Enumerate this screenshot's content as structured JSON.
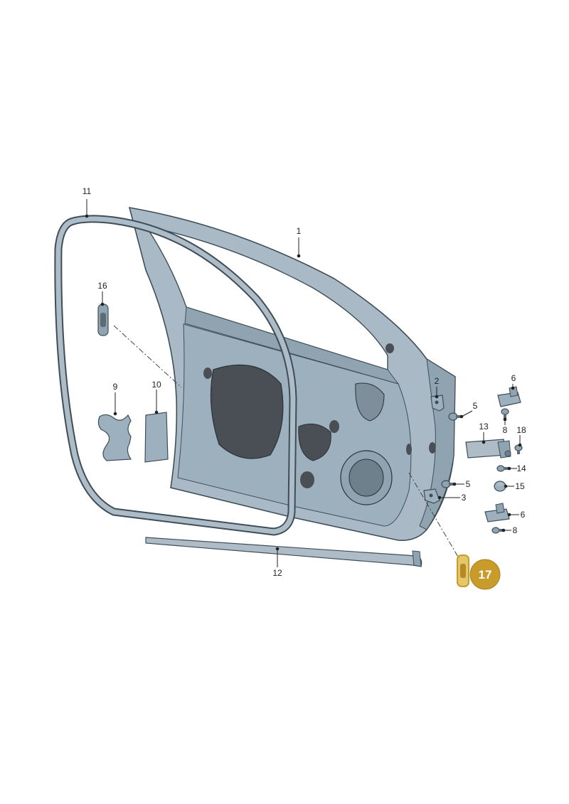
{
  "diagram": {
    "callouts": {
      "c1": "1",
      "c2": "2",
      "c3": "3",
      "c5a": "5",
      "c5b": "5",
      "c6a": "6",
      "c6b": "6",
      "c8a": "8",
      "c8b": "8",
      "c9": "9",
      "c10": "10",
      "c11": "11",
      "c12": "12",
      "c13": "13",
      "c14": "14",
      "c15": "15",
      "c16": "16",
      "c18": "18"
    },
    "highlight": {
      "label": "17",
      "color": "#C89B2A"
    },
    "colors": {
      "door_fill": "#A9BAC6",
      "door_shade": "#8FA3B1",
      "door_dark": "#3E4E59",
      "membrane": "#4A4F55",
      "seal": "#ADBCC7",
      "line": "#222222"
    }
  }
}
